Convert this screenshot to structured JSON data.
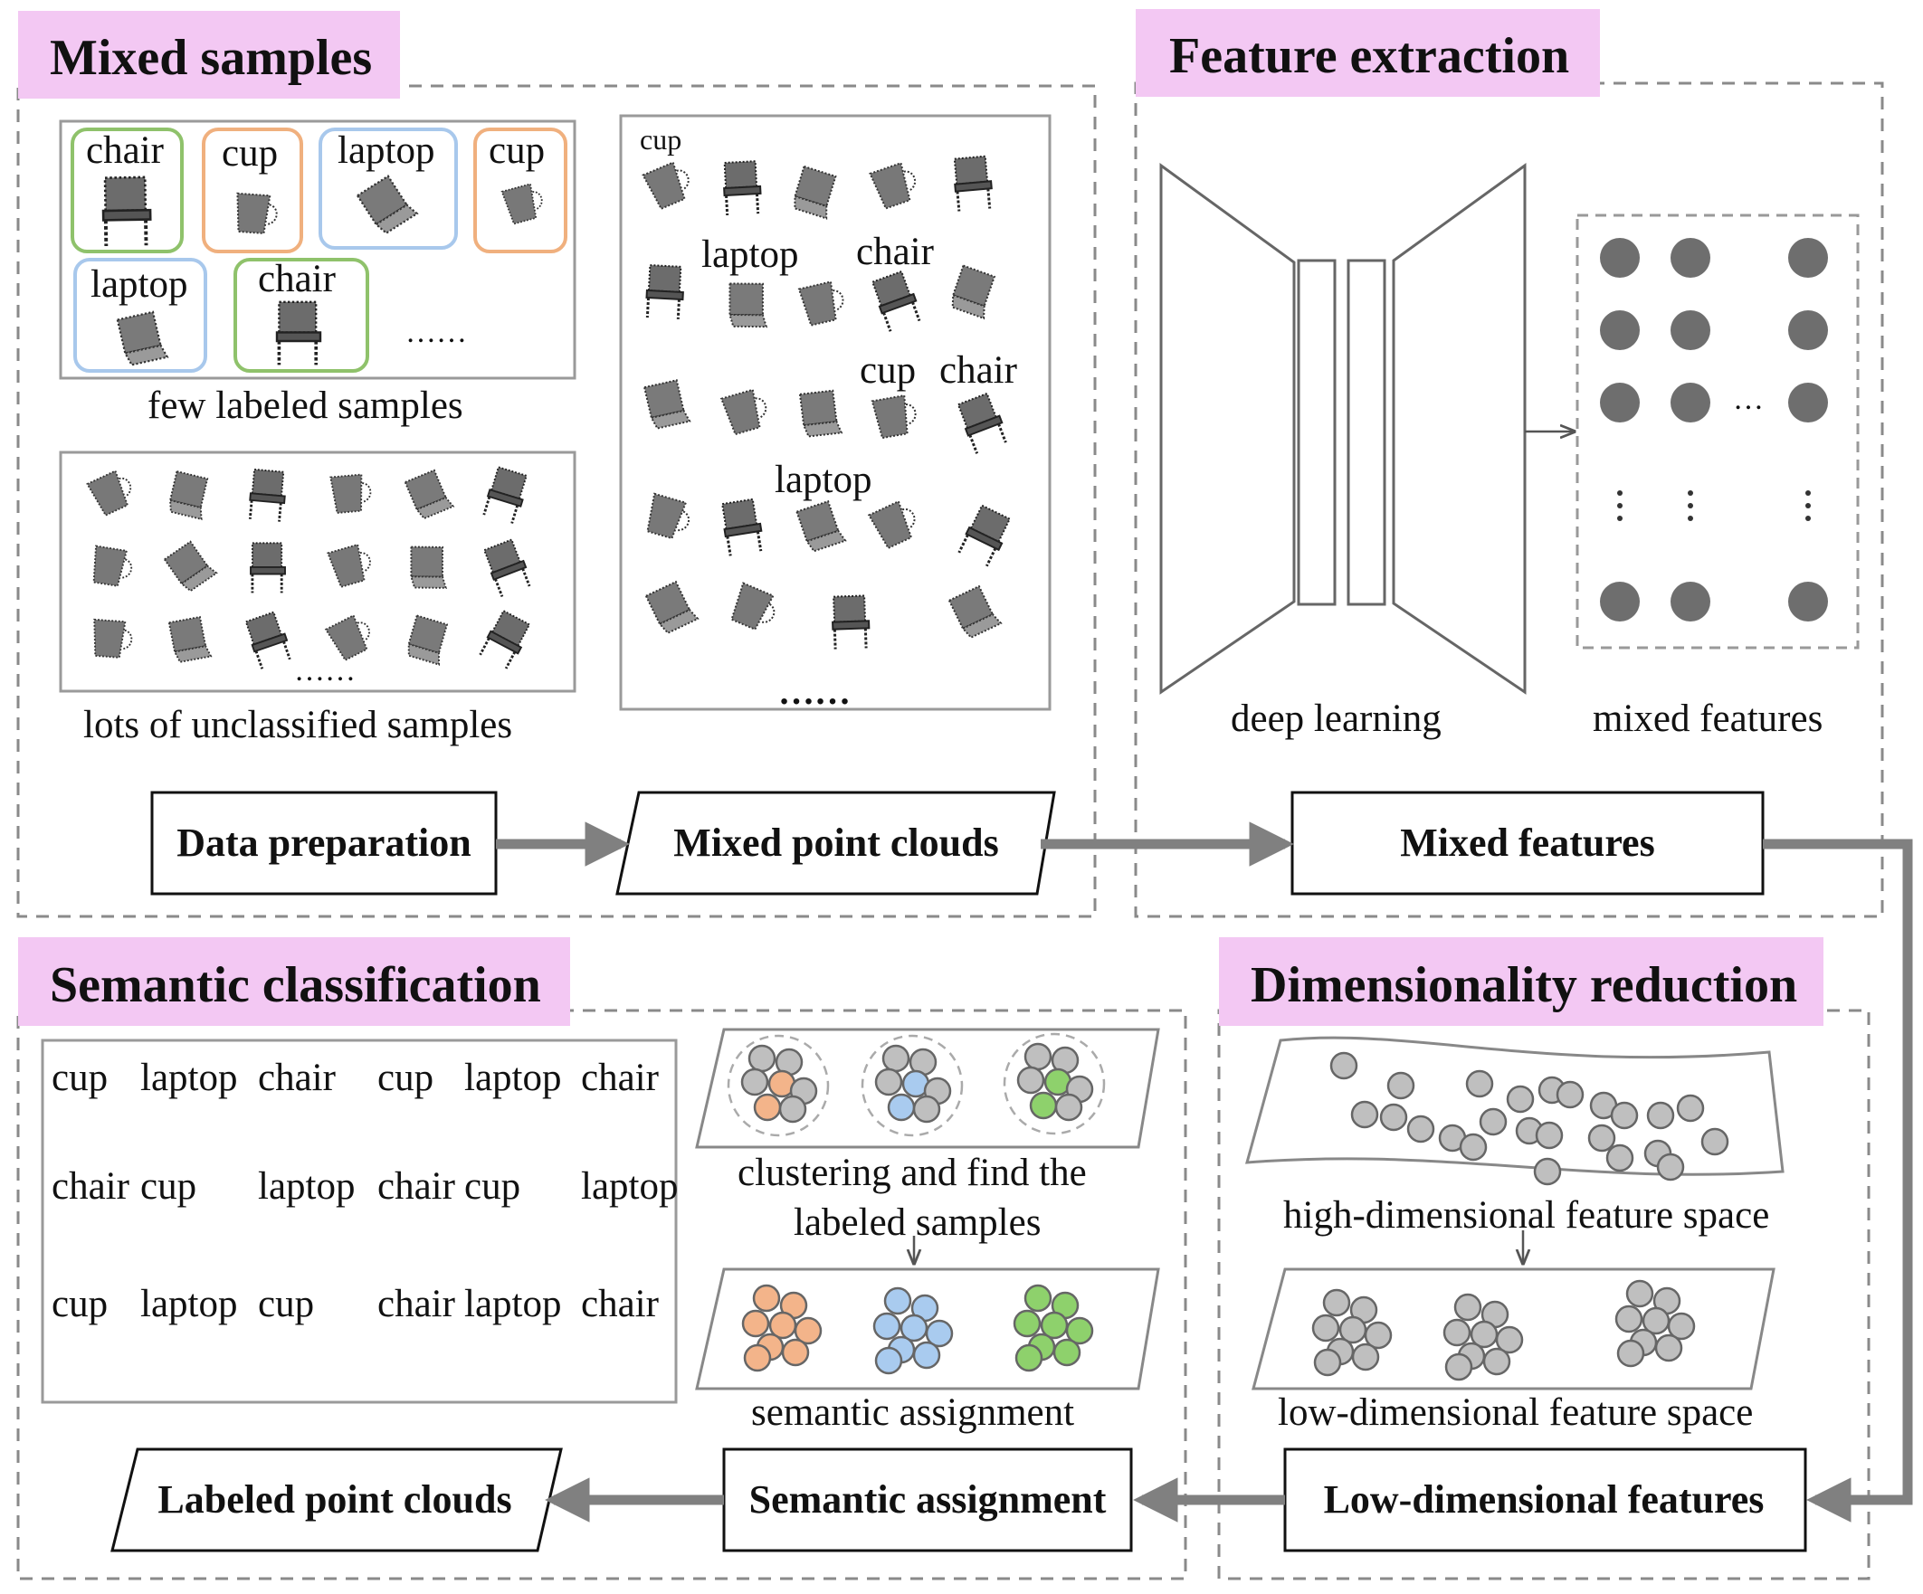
{
  "sections": {
    "mixed_samples": "Mixed samples",
    "feature_extraction": "Feature extraction",
    "semantic_classification": "Semantic classification",
    "dimensionality_reduction": "Dimensionality reduction"
  },
  "nodes": {
    "data_preparation": "Data preparation",
    "mixed_point_clouds": "Mixed point clouds",
    "mixed_features": "Mixed features",
    "low_dimensional_features": "Low-dimensional features",
    "semantic_assignment": "Semantic assignment",
    "labeled_point_clouds": "Labeled point clouds"
  },
  "captions": {
    "few_labeled": "few labeled samples",
    "lots_unclassified": "lots of unclassified samples",
    "deep_learning": "deep learning",
    "mixed_features": "mixed features",
    "high_dim": "high-dimensional feature space",
    "low_dim": "low-dimensional feature space",
    "clustering_1": "clustering and find the",
    "clustering_2": "labeled samples",
    "semantic_assignment": "semantic assignment"
  },
  "labeled_samples": {
    "labels": [
      "chair",
      "cup",
      "laptop",
      "cup",
      "laptop",
      "chair"
    ],
    "ellipsis": "……"
  },
  "mixed_pool": {
    "labels": [
      "cup",
      "laptop",
      "chair",
      "cup",
      "chair",
      "laptop"
    ],
    "ellipsis": "……"
  },
  "unclassified_ellipsis": "……",
  "feature_dots_ellipsis": "…",
  "semantic_grid": {
    "rows": [
      [
        "cup",
        "laptop",
        "chair",
        "cup",
        "laptop",
        "chair"
      ],
      [
        "chair",
        "cup",
        "laptop",
        "chair",
        "cup",
        "laptop"
      ],
      [
        "cup",
        "laptop",
        "cup",
        "chair",
        "laptop",
        "chair"
      ]
    ]
  },
  "colors": {
    "section_header": "#f3c8f3",
    "arrow": "#808080",
    "cluster_orange": "#f3b48a",
    "cluster_blue": "#a9cbef",
    "cluster_green": "#8ed16c",
    "dot_gray": "#bfbfbf",
    "feature_dot": "#6e6e6e",
    "chair_frame": "#8fc26b",
    "cup_frame": "#f0b07e",
    "laptop_frame": "#a8c8ec"
  },
  "icons": [
    "chair-point-cloud",
    "cup-point-cloud",
    "laptop-point-cloud"
  ]
}
